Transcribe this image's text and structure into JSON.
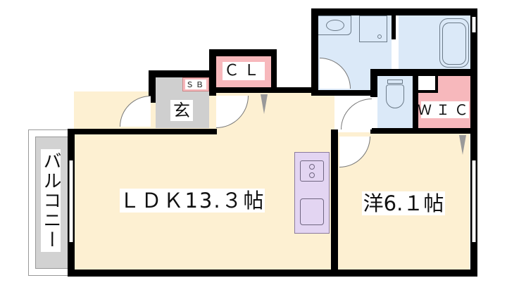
{
  "floorplan": {
    "rooms": {
      "ldk": {
        "label": "ＬＤＫ13.３帖",
        "type": "LDK",
        "size_jo": 13.3
      },
      "western": {
        "label": "洋6.１帖",
        "type": "Western-style room",
        "size_jo": 6.1
      },
      "entrance": {
        "label": "玄"
      },
      "shoe_box": {
        "label": "ＳＢ"
      },
      "closet": {
        "label": "ＣＬ"
      },
      "wic": {
        "label": "ＷＩＣ"
      },
      "balcony": {
        "label": "バルコニー"
      },
      "washroom": {
        "label": ""
      },
      "bathroom": {
        "label": ""
      },
      "toilet": {
        "label": ""
      }
    },
    "colors": {
      "wall": "#000000",
      "living_floor": "#fdf0d2",
      "wet_area": "#dbe9f8",
      "entrance": "#cfcfcf",
      "storage": "#f7b8bc",
      "kitchen": "#e3d5f2",
      "balcony": "#d2d2d2"
    }
  }
}
